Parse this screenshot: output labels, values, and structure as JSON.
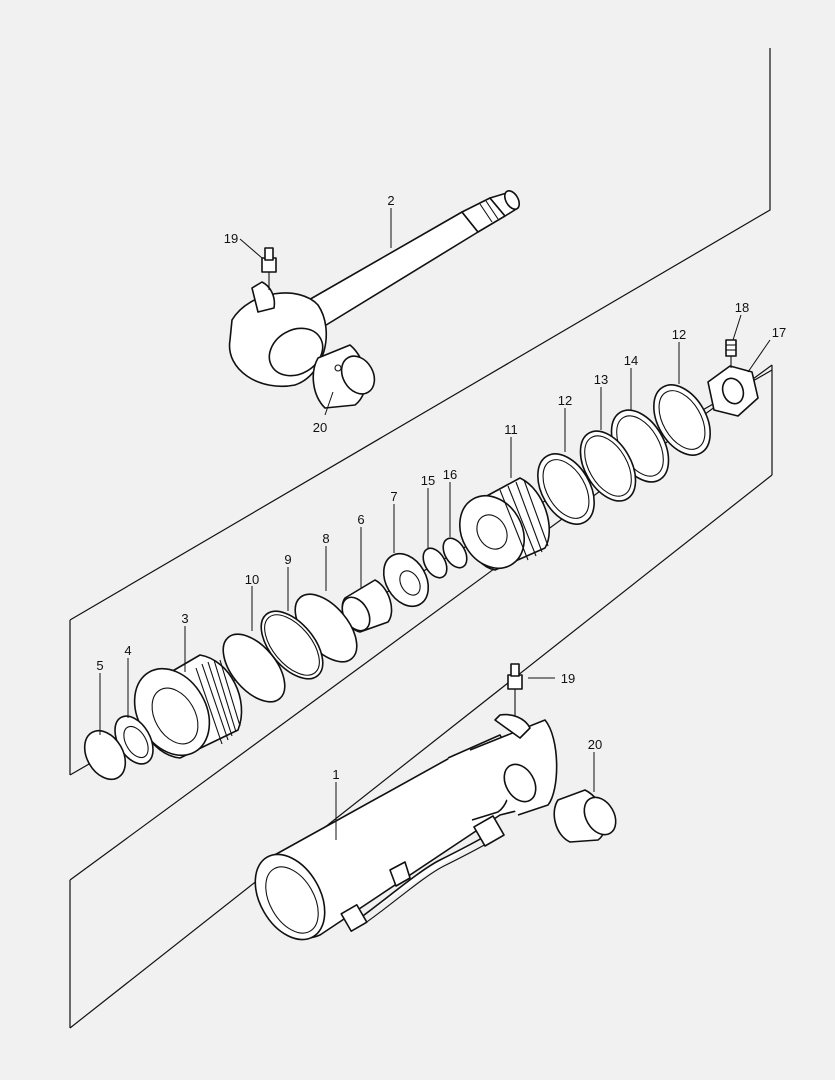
{
  "diagram": {
    "background": "#f1f1f1",
    "line_color": "#111111",
    "callouts": [
      {
        "id": "c2",
        "text": "2"
      },
      {
        "id": "c19a",
        "text": "19"
      },
      {
        "id": "c20a",
        "text": "20"
      },
      {
        "id": "c18",
        "text": "18"
      },
      {
        "id": "c17",
        "text": "17"
      },
      {
        "id": "c12a",
        "text": "12"
      },
      {
        "id": "c14",
        "text": "14"
      },
      {
        "id": "c13",
        "text": "13"
      },
      {
        "id": "c12b",
        "text": "12"
      },
      {
        "id": "c11",
        "text": "11"
      },
      {
        "id": "c15",
        "text": "15"
      },
      {
        "id": "c16",
        "text": "16"
      },
      {
        "id": "c7",
        "text": "7"
      },
      {
        "id": "c6",
        "text": "6"
      },
      {
        "id": "c8",
        "text": "8"
      },
      {
        "id": "c9",
        "text": "9"
      },
      {
        "id": "c10",
        "text": "10"
      },
      {
        "id": "c3",
        "text": "3"
      },
      {
        "id": "c4",
        "text": "4"
      },
      {
        "id": "c5",
        "text": "5"
      },
      {
        "id": "c19b",
        "text": "19"
      },
      {
        "id": "c20b",
        "text": "20"
      },
      {
        "id": "c1",
        "text": "1"
      }
    ]
  }
}
